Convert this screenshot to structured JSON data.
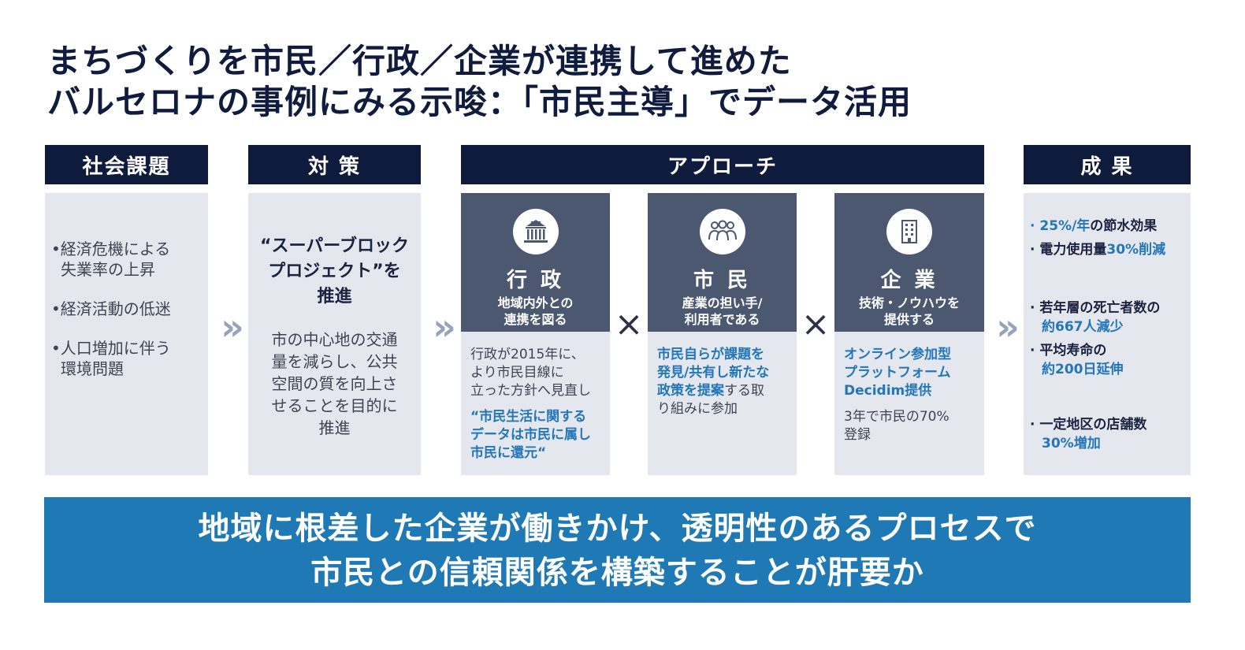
{
  "title": {
    "line1": "まちづくりを市民／行政／企業が連携して進めた",
    "line2": "バルセロナの事例にみる示唆：「市民主導」でデータ活用"
  },
  "headers": {
    "issues": "社会課題",
    "measures": "対 策",
    "approach": "アプローチ",
    "results": "成 果"
  },
  "issues": [
    {
      "l1": "経済危機による",
      "l2": "失業率の上昇"
    },
    {
      "l1": "経済活動の低迷",
      "l2": ""
    },
    {
      "l1": "人口増加に伴う",
      "l2": "環境問題"
    }
  ],
  "measures": {
    "heading1": "“スーパーブロック",
    "heading2": "プロジェクト”を",
    "heading3": "推進",
    "body1": "市の中心地の交通",
    "body2": "量を減らし、公共",
    "body3": "空間の質を向上さ",
    "body4": "せることを目的に",
    "body5": "推進"
  },
  "chevron": "»",
  "times": "×",
  "cards": [
    {
      "icon": "government-building-icon",
      "title": "行 政",
      "sub1": "地域内外との",
      "sub2": "連携を図る",
      "text1": "行政が2015年に、",
      "text2": "より市民目線に",
      "text3": "立った方針へ見直し",
      "em1": "“市民生活に関する",
      "em2": "データは市民に属し",
      "em3": "市民に還元“"
    },
    {
      "icon": "people-group-icon",
      "title": "市 民",
      "sub1": "産業の担い手/",
      "sub2": "利用者である",
      "em1": "市民自らが課題を",
      "em2": "発見/共有し新たな",
      "em3": "政策を提案",
      "text3": "する取",
      "text4": "り組みに参加"
    },
    {
      "icon": "office-building-icon",
      "title": "企 業",
      "sub1": "技術・ノウハウを",
      "sub2": "提供する",
      "em1": "オンライン参加型",
      "em2": "プラットフォーム",
      "em3": "Decidim提供",
      "text1": "3年で市民の70%",
      "text2": "登録"
    }
  ],
  "results": {
    "r1a_blue": "25%/年",
    "r1a_rest": "の節水効果",
    "r1b_pre": "電力使用量",
    "r1b_blue": "30%削減",
    "r2a": "若年層の死亡者数の",
    "r2a_blue": "約667人減少",
    "r2b": "平均寿命の",
    "r2b_blue": "約200日延伸",
    "r3a": "一定地区の店舗数",
    "r3a_blue": "30%増加"
  },
  "banner": {
    "line1": "地域に根差した企業が働きかけ、透明性のあるプロセスで",
    "line2": "市民との信頼関係を構築することが肝要か"
  }
}
